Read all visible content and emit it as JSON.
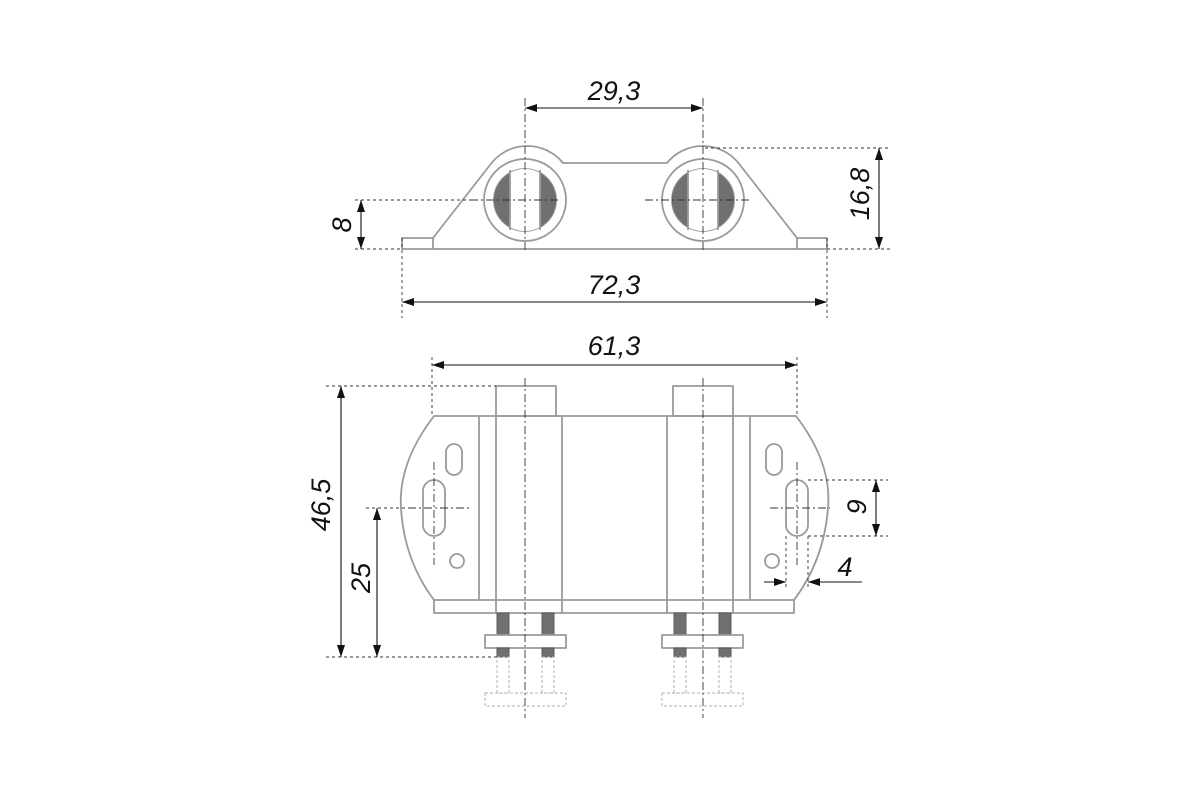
{
  "dimensions": {
    "hole_spacing": "29,3",
    "total_height_top": "16,8",
    "axis_height": "8",
    "total_width": "72,3",
    "mount_width": "61,3",
    "total_height_front": "46,5",
    "axis_from_bottom": "25",
    "slot_length": "9",
    "slot_width": "4"
  },
  "colors": {
    "outline": "#9a9a9a",
    "insert": "#707070",
    "dimension": "#111111"
  }
}
